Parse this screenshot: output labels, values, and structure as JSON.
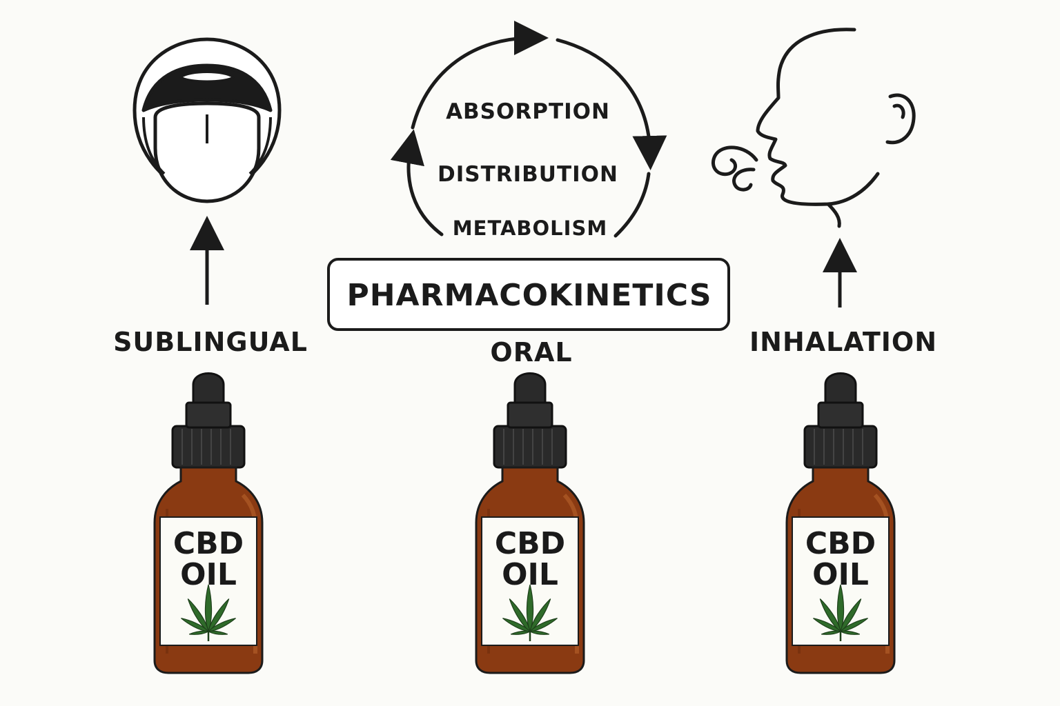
{
  "title": "PHARMACOKINETICS",
  "cycle": {
    "steps": [
      "ABSORPTION",
      "DISTRIBUTION",
      "METABOLISM"
    ]
  },
  "routes": [
    {
      "label": "SUBLINGUAL",
      "icon": "tongue-icon"
    },
    {
      "label": "ORAL",
      "icon": "none"
    },
    {
      "label": "INHALATION",
      "icon": "face-exhale-icon"
    }
  ],
  "bottle": {
    "line1": "CBD",
    "line2": "OIL",
    "icon": "cannabis-leaf-icon"
  },
  "colors": {
    "ink": "#1b1b1b",
    "amber": "#8a3a12",
    "amber_light": "#a85220",
    "cap": "#2a2a2a",
    "leaf": "#2f6b2a",
    "background": "#fbfbf8"
  }
}
